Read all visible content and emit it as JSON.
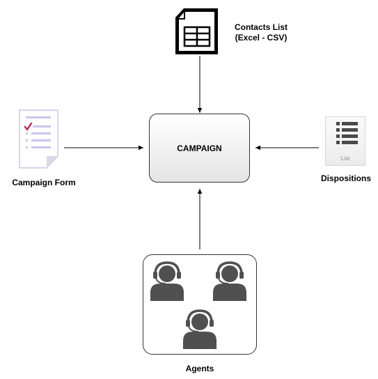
{
  "contacts": {
    "title": "Contacts List",
    "subtitle": "(Excel - CSV)"
  },
  "campaign": {
    "label": "CAMPAIGN"
  },
  "form": {
    "label": "Campaign Form"
  },
  "dispositions": {
    "label": "Dispositions",
    "card_caption": "List"
  },
  "agents": {
    "label": "Agents"
  },
  "icons": {
    "contacts": "spreadsheet-document-icon",
    "form": "checklist-form-icon",
    "dispositions": "list-icon",
    "agent": "headset-agent-icon"
  },
  "colors": {
    "stroke": "#000000",
    "agent_fill": "#505050",
    "form_lines": "#c7c7ec",
    "check": "#c0305a"
  }
}
